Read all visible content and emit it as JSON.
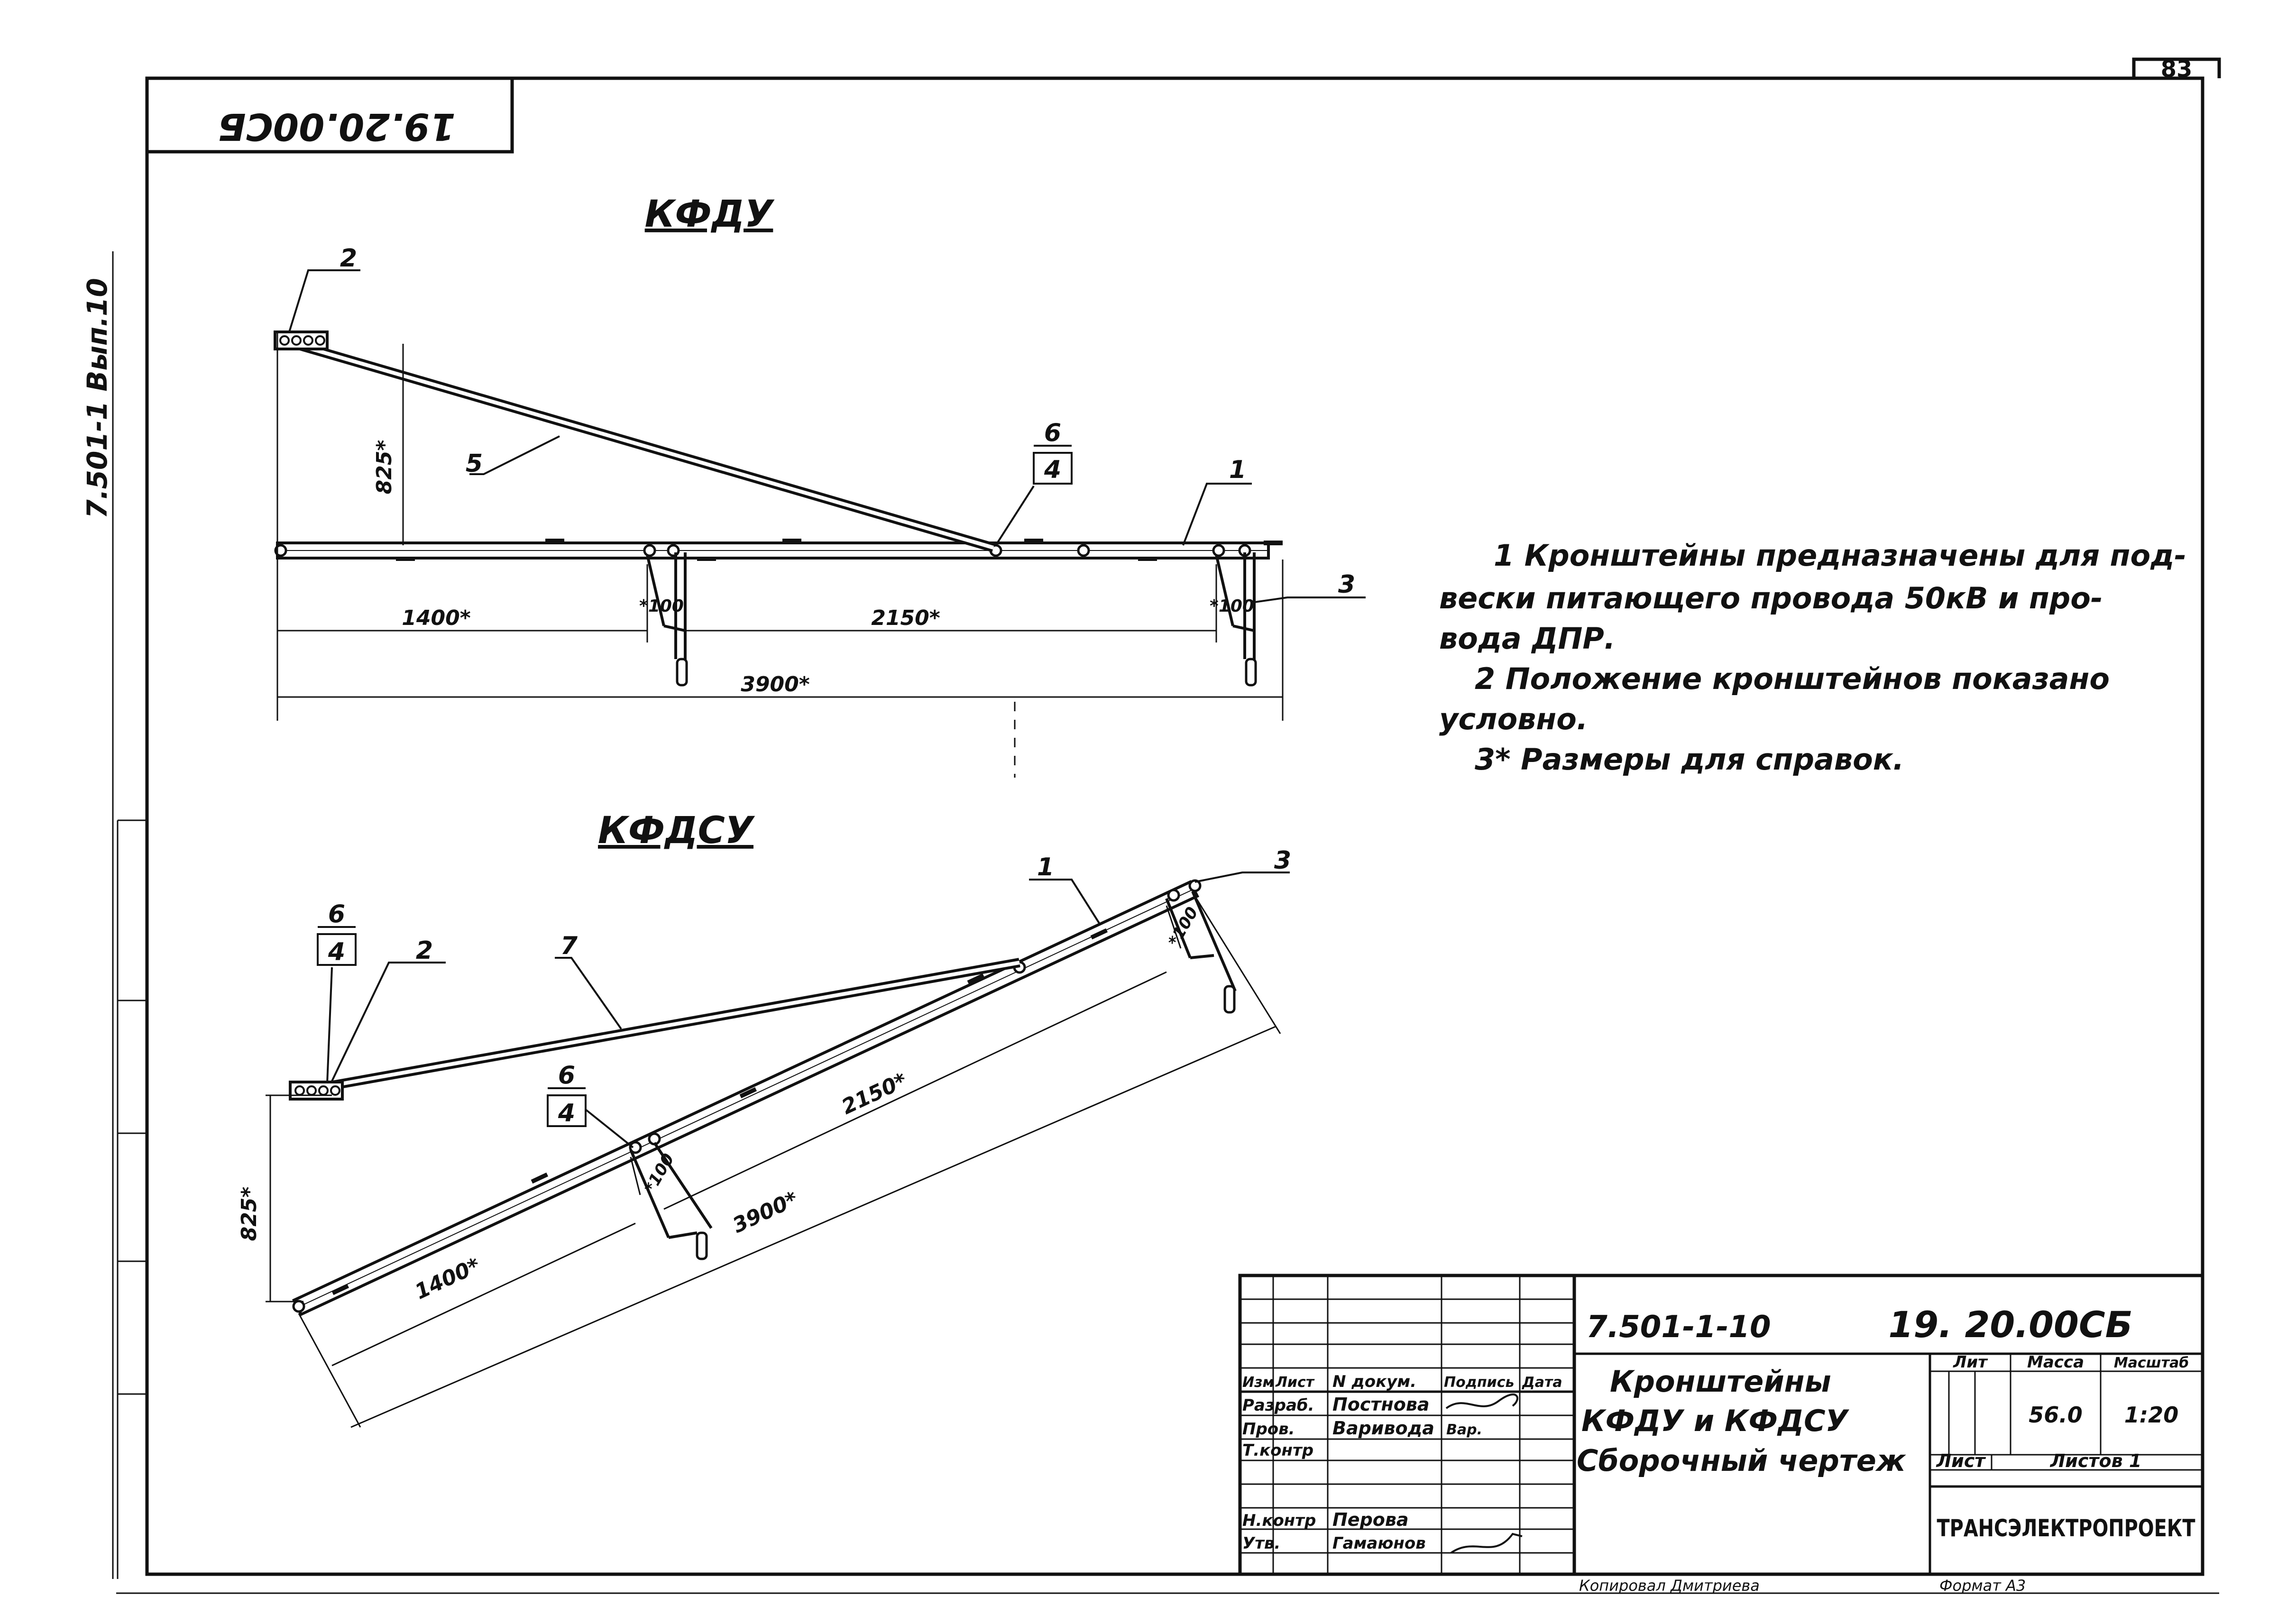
{
  "sheet_number": "83",
  "top_code": "19.20.00СБ",
  "side_code": "7.501-1 Вып.10",
  "views": {
    "top": {
      "title": "КФДУ",
      "labels": {
        "l2": "2",
        "l5": "5",
        "l6": "6",
        "l4": "4",
        "l1": "1",
        "l3": "3"
      },
      "dims": {
        "d825": "825*",
        "d1400": "1400*",
        "d2150": "2150*",
        "d3900": "3900*",
        "d100a": "*100",
        "d100b": "*100"
      }
    },
    "bottom": {
      "title": "КФДСУ",
      "labels": {
        "l6a": "6",
        "l4a": "4",
        "l2": "2",
        "l7": "7",
        "l1": "1",
        "l3": "3",
        "l6b": "6",
        "l4b": "4"
      },
      "dims": {
        "d825": "825*",
        "d1400": "1400*",
        "d2150": "2150*",
        "d3900": "3900*",
        "d100a": "*100",
        "d100b": "*100"
      }
    }
  },
  "notes": [
    "1 Кронштейны предназначены для под-",
    "вески питающего провода 50кВ и про-",
    "вода ДПР.",
    "2 Положение кронштейнов показано",
    "условно.",
    "3* Размеры для справок."
  ],
  "title_block": {
    "doc_code": "7.501-1-10",
    "doc_number": "19. 20.00СБ",
    "title_lines": [
      "Кронштейны",
      "КФДУ и КФДСУ",
      "Сборочный чертеж"
    ],
    "col_headers": [
      "Изм",
      "Лист",
      "N докум.",
      "Подпись",
      "Дата"
    ],
    "roles": [
      "Разраб.",
      "Пров.",
      "Т.контр",
      "",
      "Н.контр",
      "Утв."
    ],
    "names": [
      "Постнова",
      "Варивода",
      "",
      "",
      "Перова",
      "Гамаюнов"
    ],
    "signatures": [
      "signature",
      "Вар.",
      "",
      "",
      "",
      "signature"
    ],
    "lit_label": "Лит",
    "mass_label": "Масса",
    "scale_label": "Масштаб",
    "mass_value": "56.0",
    "scale_value": "1:20",
    "sheet_label": "Лист",
    "sheets_label": "Листов 1",
    "organization": "ТРАНСЭЛЕКТРОПРОЕКТ"
  },
  "footer": {
    "copied": "Копировал Дмитриева",
    "format": "Формат А3"
  }
}
